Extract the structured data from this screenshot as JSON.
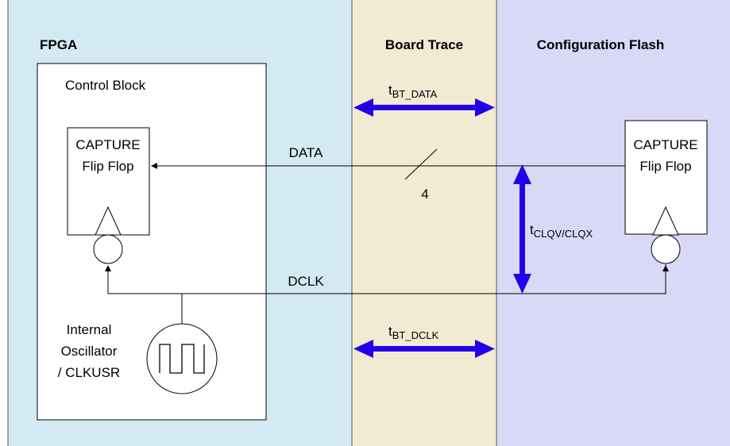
{
  "regions": {
    "fpga": {
      "title": "FPGA",
      "color": "#d4eaf2"
    },
    "board_trace": {
      "title": "Board Trace",
      "color": "#f3ead3"
    },
    "config_flash": {
      "title": "Configuration Flash",
      "color": "#d9d9f7"
    }
  },
  "control_block": {
    "title": "Control Block"
  },
  "fpga_flip_flop": {
    "line1": "CAPTURE",
    "line2": "Flip Flop"
  },
  "flash_flip_flop": {
    "line1": "CAPTURE",
    "line2": "Flip Flop"
  },
  "oscillator": {
    "line1": "Internal",
    "line2": "Oscillator",
    "line3": "/ CLKUSR"
  },
  "signals": {
    "data": "DATA",
    "dclk": "DCLK",
    "bus_width": "4"
  },
  "timing": {
    "bt_data": {
      "main": "t",
      "sub": "BT_DATA"
    },
    "bt_dclk": {
      "main": "t",
      "sub": "BT_DCLK"
    },
    "clqv": {
      "main": "t",
      "sub": "CLQV/CLQX"
    }
  },
  "colors": {
    "arrow": "#2400e8",
    "line": "#000000"
  }
}
